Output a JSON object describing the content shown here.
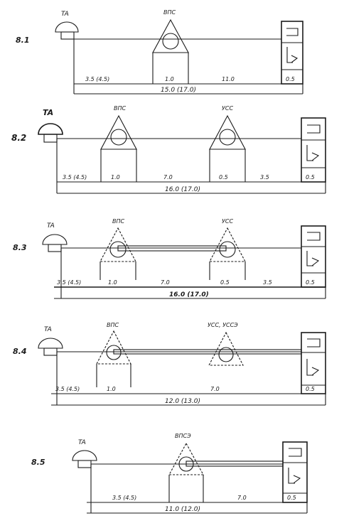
{
  "variants": [
    {
      "code": "8.1",
      "ta": "TA",
      "units": [
        "ВПС"
      ],
      "dims": [
        "3.5 (4.5)",
        "1.0",
        "11.0",
        "0.5"
      ],
      "total": "15.0 (17.0)"
    },
    {
      "code": "8.2",
      "ta": "TA",
      "units": [
        "ВПС",
        "УСС"
      ],
      "dims": [
        "3.5 (4.5)",
        "1.0",
        "7.0",
        "0.5",
        "3.5",
        "0.5"
      ],
      "total": "16.0 (17.0)"
    },
    {
      "code": "8.3",
      "ta": "TA",
      "units": [
        "ВПС",
        "УСС"
      ],
      "dims": [
        "3.5 (4.5)",
        "1.0",
        "7.0",
        "0.5",
        "3.5",
        "0.5"
      ],
      "total": "16.0 (17.0)"
    },
    {
      "code": "8.4",
      "ta": "TA",
      "units": [
        "ВПС",
        "УСС, УССЭ"
      ],
      "dims": [
        "3.5 (4.5)",
        "1.0",
        "7.0",
        "0.5"
      ],
      "total": "12.0 (13.0)"
    },
    {
      "code": "8.5",
      "ta": "TA",
      "units": [
        "ВПСЭ"
      ],
      "dims": [
        "3.5 (4.5)",
        "7.0",
        "0.5"
      ],
      "total": "11.0 (12.0)"
    }
  ]
}
